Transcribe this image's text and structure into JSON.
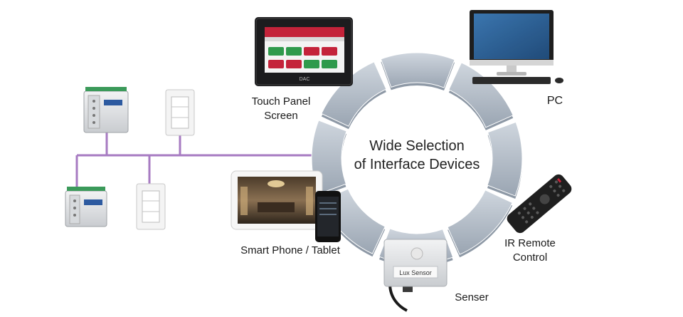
{
  "center": {
    "line1": "Wide Selection",
    "line2": "of Interface Devices"
  },
  "devices": {
    "touch_panel": {
      "line1": "Touch Panel",
      "line2": "Screen"
    },
    "pc": {
      "label": "PC"
    },
    "ir_remote": {
      "line1": "IR Remote",
      "line2": "Control"
    },
    "sensor": {
      "label": "Senser",
      "plate": "Lux Sensor"
    },
    "phone_tablet": {
      "label": "Smart Phone / Tablet"
    },
    "touch_panel_brand": "DAC"
  },
  "colors": {
    "ring": "#b9c2cd",
    "ring_shadow": "#8e99a6",
    "bus": "#a77bc2",
    "touch_red": "#c4233a",
    "touch_green": "#2f9a4c"
  }
}
